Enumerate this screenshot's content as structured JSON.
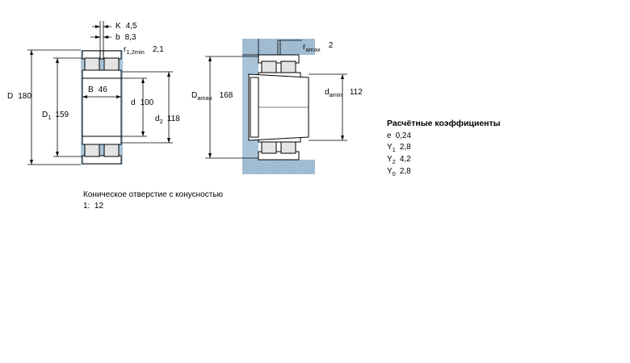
{
  "left_drawing": {
    "K": {
      "symbol": "K",
      "value": "4,5"
    },
    "b": {
      "symbol": "b",
      "value": "8,3"
    },
    "r12min": {
      "symbol": "r",
      "sub": "1,2min",
      "value": "2,1"
    },
    "D": {
      "symbol": "D",
      "value": "180"
    },
    "D1": {
      "symbol": "D",
      "sub": "1",
      "value": "159"
    },
    "B": {
      "symbol": "B",
      "value": "46"
    },
    "d": {
      "symbol": "d",
      "value": "100"
    },
    "d2": {
      "symbol": "d",
      "sub": "2",
      "value": "118"
    }
  },
  "right_drawing": {
    "ramax": {
      "symbol": "r",
      "sub": "amax",
      "value": "2"
    },
    "Damax": {
      "symbol": "D",
      "sub": "amax",
      "value": "168"
    },
    "damin": {
      "symbol": "d",
      "sub": "amin",
      "value": "112"
    }
  },
  "coefficients": {
    "title": "Расчётные коэффициенты",
    "e": {
      "symbol": "e",
      "value": "0,24"
    },
    "Y1": {
      "symbol": "Y",
      "sub": "1",
      "value": "2,8"
    },
    "Y2": {
      "symbol": "Y",
      "sub": "2",
      "value": "4,2"
    },
    "Y0": {
      "symbol": "Y",
      "sub": "0",
      "value": "2,8"
    }
  },
  "note": {
    "line1": "Коническое отверстие с конусностью",
    "line2": "1:  12"
  },
  "colors": {
    "housing": "#a9c4d9",
    "bearing_fill": "#ffffff",
    "roller_fill": "#e4e4e4",
    "line": "#000000"
  }
}
